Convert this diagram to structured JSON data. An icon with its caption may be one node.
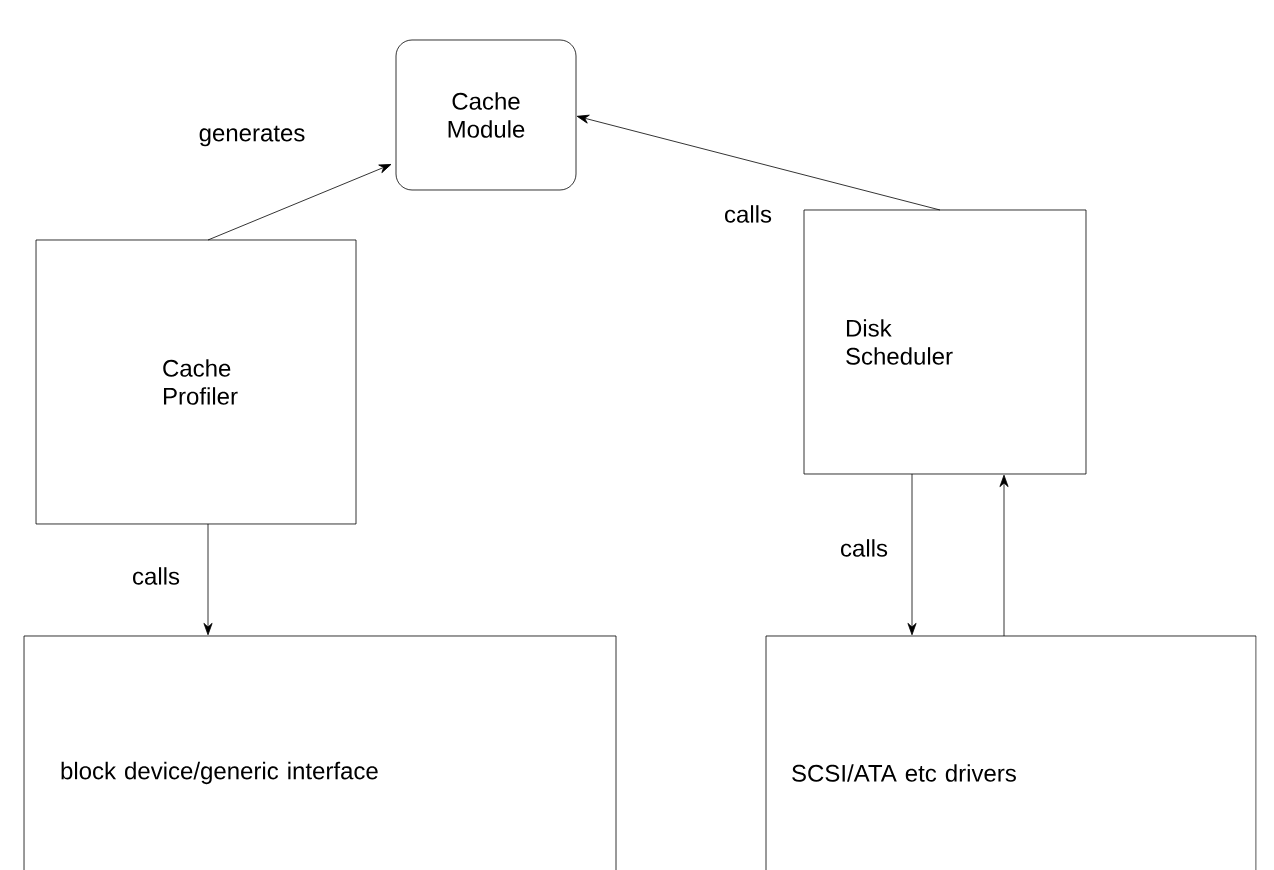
{
  "diagram": {
    "nodes": [
      {
        "text": [
          "Cache Module"
        ]
      },
      {
        "text": [
          "Cache Profiler"
        ]
      },
      {
        "text": [
          "Disk Scheduler"
        ]
      },
      {
        "text": [
          "block device/generic interface"
        ]
      },
      {
        "text": [
          "SCSI/ATA etc drivers"
        ]
      }
    ],
    "edges": [
      {
        "from": 1,
        "to": 0,
        "arrow": "to",
        "label": "generates"
      },
      {
        "from": 2,
        "to": 0,
        "arrow": "to",
        "label": "calls"
      },
      {
        "from": 1,
        "to": 3,
        "arrow": "to",
        "label": "calls"
      },
      {
        "from": 2,
        "to": 4,
        "arrow": "to",
        "label": "calls"
      },
      {
        "from": 4,
        "to": 2,
        "arrow": "to"
      }
    ]
  }
}
